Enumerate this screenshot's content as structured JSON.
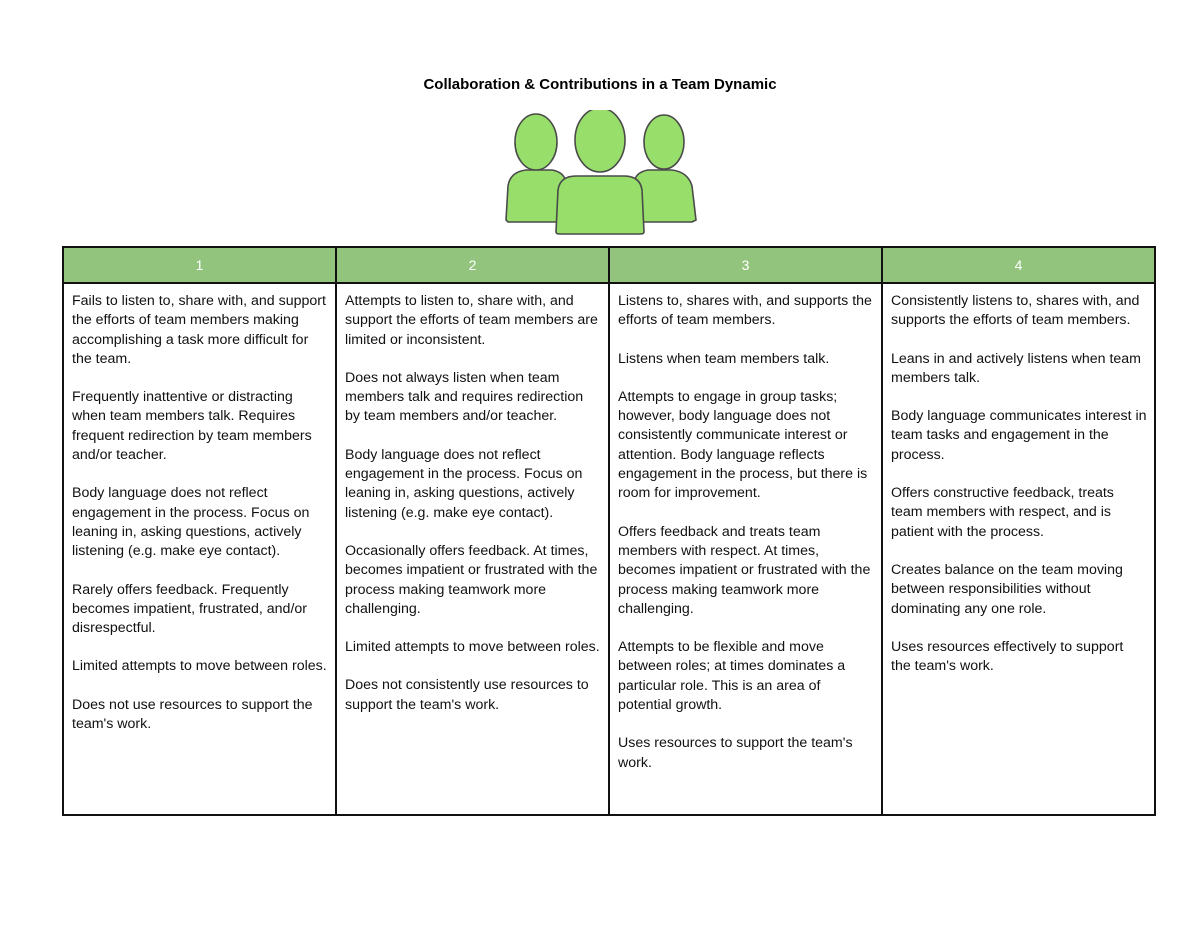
{
  "document": {
    "title": "Collaboration & Contributions in a Team Dynamic",
    "icon": "team-people-icon",
    "icon_color": "#97df6a",
    "header_color": "#93c47d"
  },
  "rubric": {
    "headers": [
      "1",
      "2",
      "3",
      "4"
    ],
    "columns": [
      {
        "level": "1",
        "paragraphs": [
          "Fails to listen to, share with, and support the efforts of team members making accomplishing a task more difficult for the team.",
          "Frequently inattentive or distracting when team members talk. Requires frequent redirection by team members and/or teacher.",
          "Body language does not reflect engagement in the process. Focus on leaning in, asking questions, actively listening (e.g. make eye contact).",
          "Rarely offers feedback. Frequently becomes impatient, frustrated, and/or disrespectful.",
          "Limited attempts to move between roles.",
          "Does not use resources to support the team's work."
        ]
      },
      {
        "level": "2",
        "paragraphs": [
          "Attempts to listen to, share with, and support the efforts of team members are limited or inconsistent.",
          "Does not always listen when team members talk and requires redirection by team members and/or teacher.",
          "Body language does not reflect engagement in the process. Focus on leaning in, asking questions, actively listening (e.g. make eye contact).",
          "Occasionally offers feedback. At times, becomes impatient or frustrated with the process making teamwork more challenging.",
          "Limited attempts to move between roles.",
          "Does not consistently use resources to support the team's work."
        ]
      },
      {
        "level": "3",
        "paragraphs": [
          "Listens to, shares with, and supports the efforts of team members.",
          "Listens when team members talk.",
          "Attempts to engage in group tasks; however, body language does not consistently communicate interest or attention. Body language reflects engagement in the process, but there is room for improvement.",
          "Offers feedback and treats team members with respect. At times, becomes impatient or frustrated with the process making teamwork more challenging.",
          "Attempts to be flexible and move between roles; at times dominates a particular role. This is an area of potential growth.",
          "Uses resources to support the team's work."
        ]
      },
      {
        "level": "4",
        "paragraphs": [
          "Consistently listens to, shares with, and supports the efforts of team members.",
          "Leans in and actively listens when team members talk.",
          "Body language communicates interest in team tasks and engagement in the process.",
          "Offers constructive feedback, treats team members with respect, and is patient with the process.",
          "Creates balance on the team moving between responsibilities without dominating any one role.",
          "Uses resources effectively to support the team's work."
        ]
      }
    ]
  }
}
